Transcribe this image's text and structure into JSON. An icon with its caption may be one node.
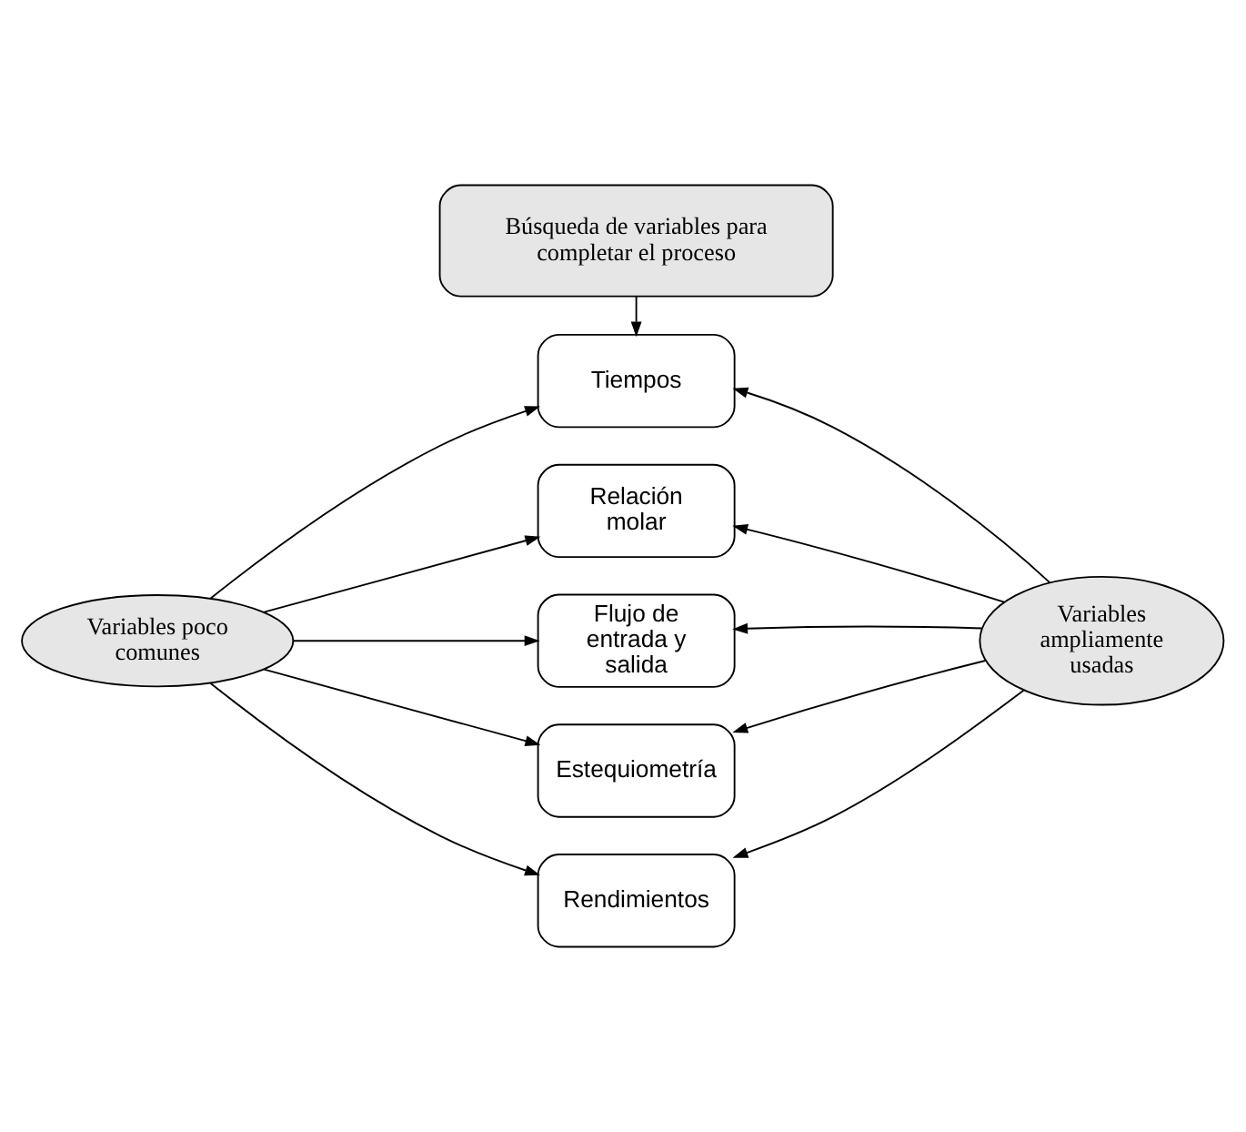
{
  "diagram": {
    "nodes": [
      {
        "text": [
          "Búsqueda de variables para completar el proceso"
        ]
      },
      {
        "text": [
          "Tiempos"
        ]
      },
      {
        "text": [
          "Relación molar"
        ]
      },
      {
        "text": [
          "Flujo de entrada y salida"
        ]
      },
      {
        "text": [
          "Estequiometría"
        ]
      },
      {
        "text": [
          "Rendimientos"
        ]
      },
      {
        "text": [
          "Variables poco comunes"
        ]
      },
      {
        "text": [
          "Variables ampliamente usadas"
        ]
      }
    ],
    "edges": [
      {
        "from": 0,
        "to": 1,
        "arrow": "to"
      },
      {
        "from": 6,
        "to": 1,
        "arrow": "to"
      },
      {
        "from": 6,
        "to": 2,
        "arrow": "to"
      },
      {
        "from": 6,
        "to": 3,
        "arrow": "to"
      },
      {
        "from": 6,
        "to": 4,
        "arrow": "to"
      },
      {
        "from": 6,
        "to": 5,
        "arrow": "to"
      },
      {
        "from": 7,
        "to": 1,
        "arrow": "to"
      },
      {
        "from": 7,
        "to": 2,
        "arrow": "to"
      },
      {
        "from": 7,
        "to": 3,
        "arrow": "to"
      },
      {
        "from": 7,
        "to": 4,
        "arrow": "to"
      },
      {
        "from": 7,
        "to": 5,
        "arrow": "to"
      }
    ]
  }
}
